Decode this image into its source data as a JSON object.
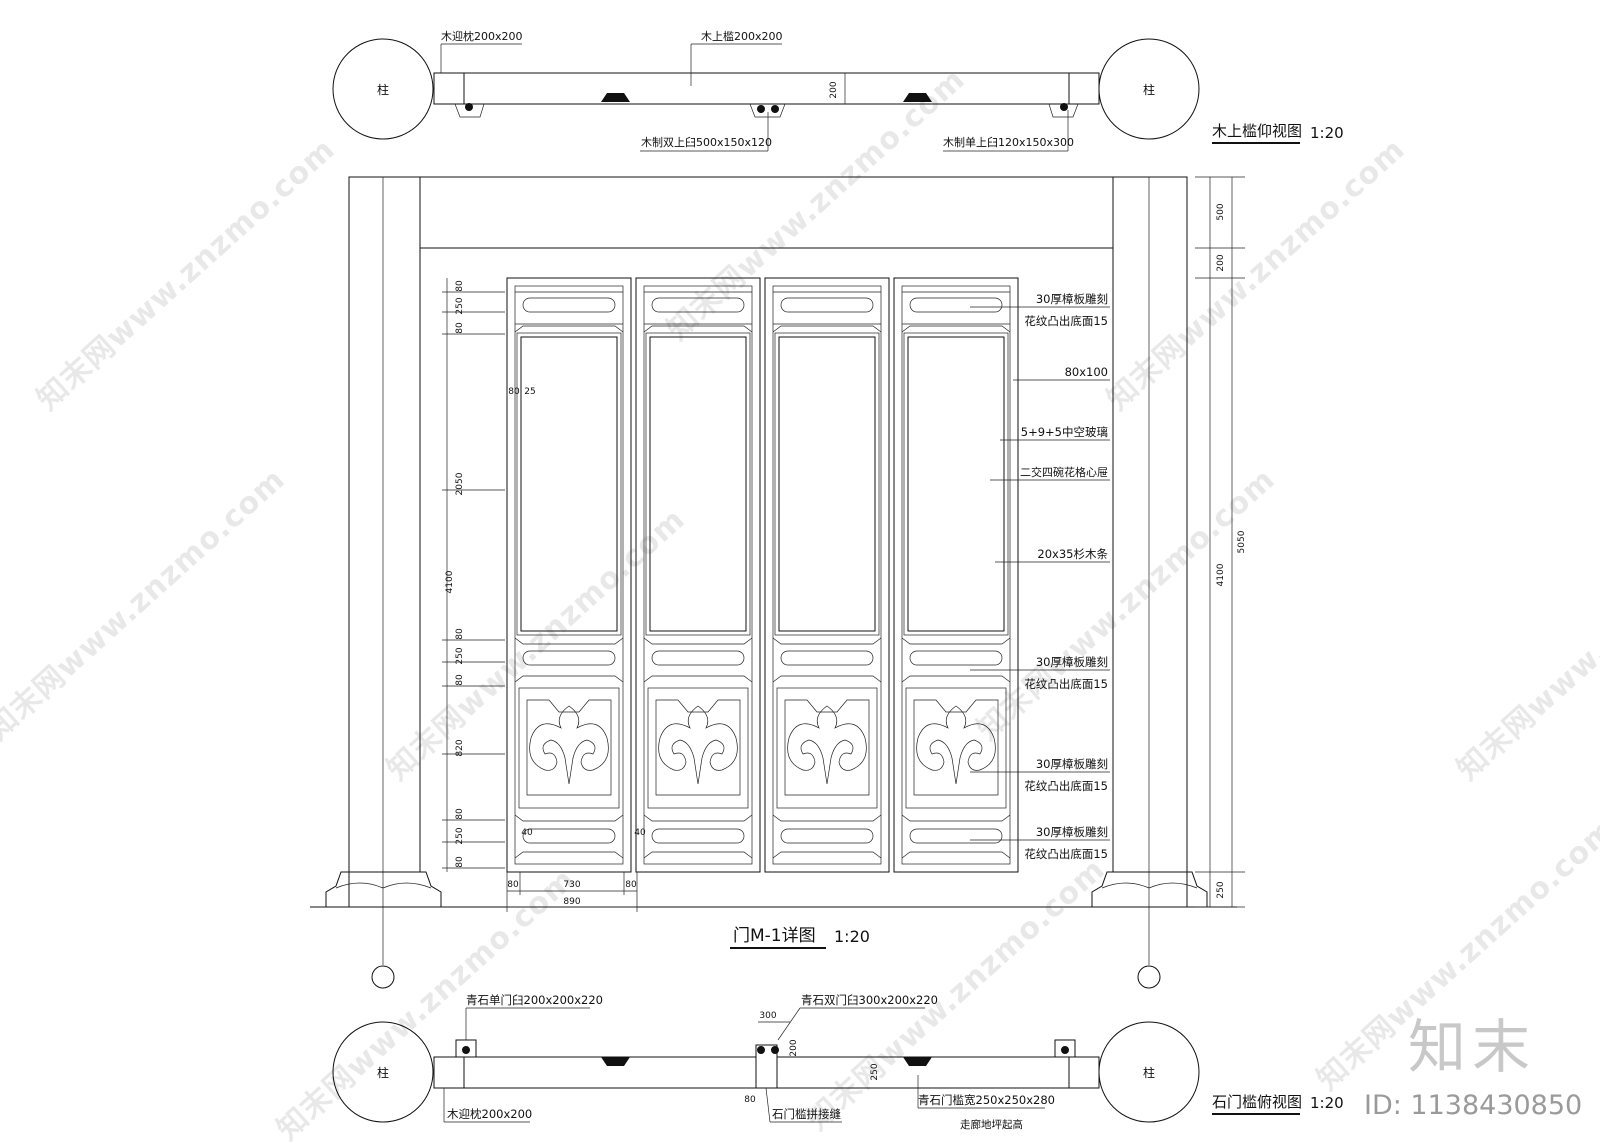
{
  "top_plan": {
    "column_label": "柱",
    "corner_block": "木迎枕200x200",
    "lintel": "木上槛200x200",
    "double_mortise": "木制双上臼500x150x120",
    "single_mortise": "木制单上臼120x150x300",
    "dim_200": "200",
    "title": "木上槛仰视图",
    "scale": "1:20"
  },
  "elevation": {
    "title": "门M-1详图",
    "scale": "1:20",
    "left_dims": [
      "80",
      "250",
      "80",
      "2050",
      "80",
      "250",
      "80",
      "820",
      "80",
      "250",
      "80"
    ],
    "left_total": "4100",
    "right_dims": [
      "500",
      "200",
      "4100",
      "250"
    ],
    "right_total": "5050",
    "bottom_dims": [
      "80",
      "730",
      "80"
    ],
    "bottom_total": "890",
    "small_80": "80",
    "small_25": "25",
    "small_40": "40",
    "annotations": {
      "carve_a": "30厚樟板雕刻",
      "carve_b": "花纹凸出底面15",
      "frame": "80x100",
      "glass": "5+9+5中空玻璃",
      "lattice": "二交四碗花格心屉",
      "strip": "20x35杉木条"
    }
  },
  "bottom_plan": {
    "column_label": "柱",
    "single_block": "青石单门臼200x200x220",
    "double_block": "青石双门臼300x200x220",
    "corner_block": "木迎枕200x200",
    "joint": "石门槛拼接缝",
    "sill": "青石门槛宽250x250x280",
    "floor": "走廊地坪起高",
    "dim_300": "300",
    "dim_200": "200",
    "dim_250": "250",
    "dim_80": "80",
    "title": "石门槛俯视图",
    "scale": "1:20"
  },
  "watermark": {
    "text": "知末网www.znzmo.com",
    "logo": "知末",
    "id": "ID: 1138430850"
  }
}
